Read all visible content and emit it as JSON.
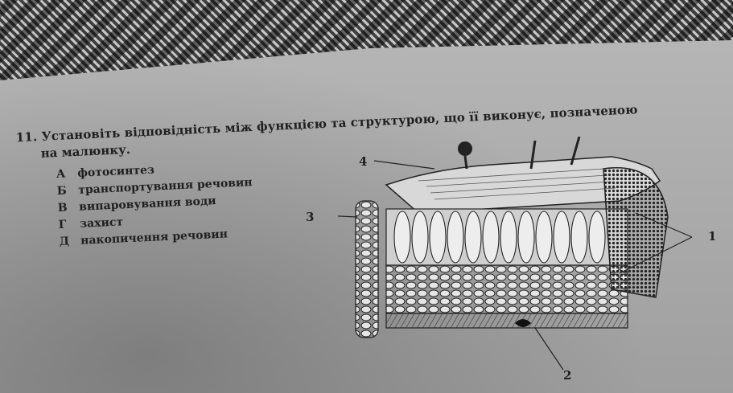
{
  "question": {
    "number": "11.",
    "line1": "Установіть відповідність між функцією та структурою, що її виконує, позначеною",
    "line2": "на малюнку."
  },
  "options": [
    {
      "letter": "А",
      "text": "фотосинтез"
    },
    {
      "letter": "Б",
      "text": "транспортування речовин"
    },
    {
      "letter": "В",
      "text": "випаровування води"
    },
    {
      "letter": "Г",
      "text": "захист"
    },
    {
      "letter": "Д",
      "text": "накопичення речовин"
    }
  ],
  "diagram_labels": {
    "l1": "1",
    "l2": "2",
    "l3": "3",
    "l4": "4"
  },
  "colors": {
    "paper": "#b0b0b0",
    "ink": "#1f1f1f"
  }
}
